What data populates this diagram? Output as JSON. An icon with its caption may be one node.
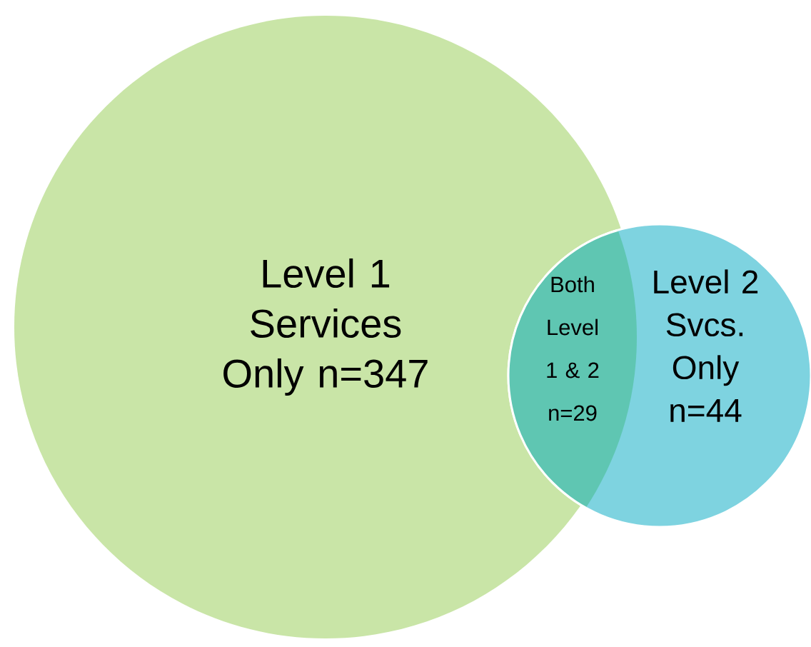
{
  "diagram": {
    "nodes": [
      {
        "text": [
          "Level 1 Services Only n=347"
        ]
      },
      {
        "text": [
          "Both Level 1 & 2 n=29"
        ]
      },
      {
        "text": [
          "Level 2 Svcs. Only n=44"
        ]
      }
    ]
  }
}
